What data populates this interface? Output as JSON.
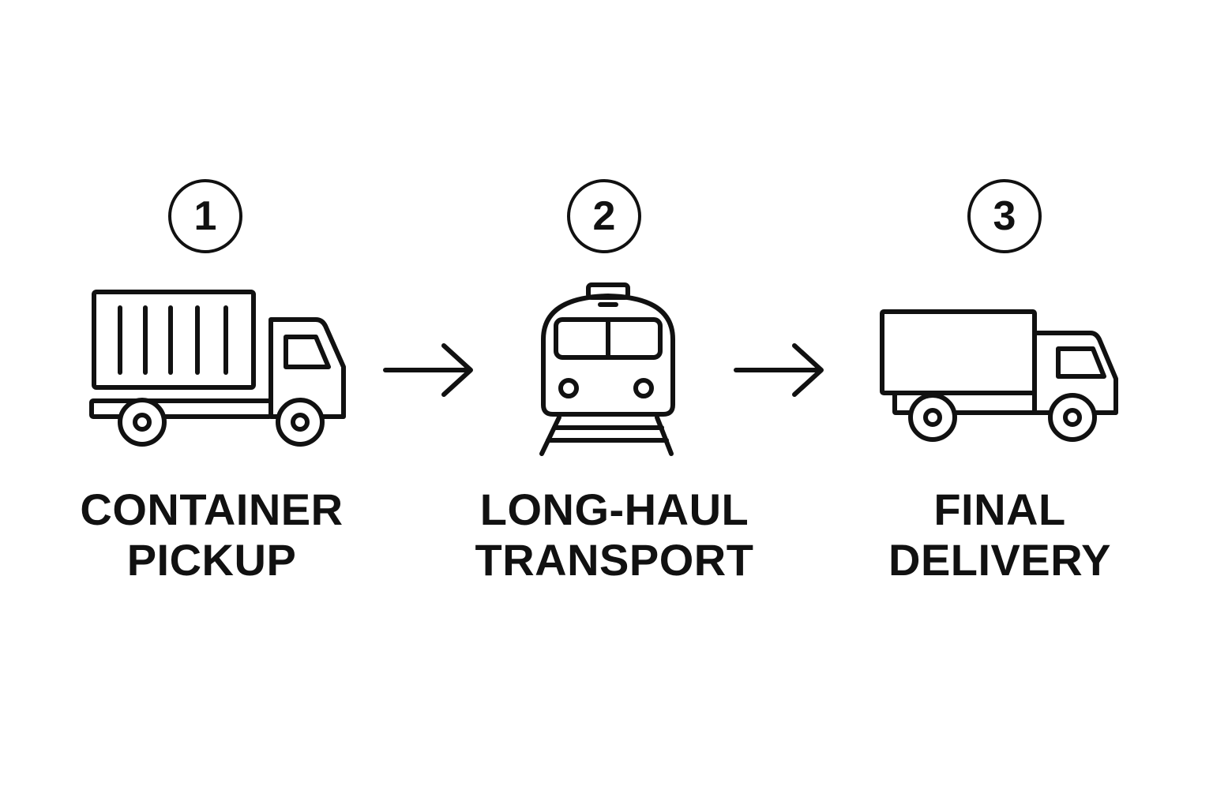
{
  "steps": [
    {
      "number": "1",
      "label_line1": "CONTAINER",
      "label_line2": "PICKUP",
      "icon": "container-truck-icon"
    },
    {
      "number": "2",
      "label_line1": "LONG-HAUL",
      "label_line2": "TRANSPORT",
      "icon": "train-icon"
    },
    {
      "number": "3",
      "label_line1": "FINAL",
      "label_line2": "DELIVERY",
      "icon": "delivery-truck-icon"
    }
  ],
  "connectors": [
    "arrow-right-icon",
    "arrow-right-icon"
  ],
  "colors": {
    "stroke": "#111111",
    "background": "#ffffff"
  }
}
